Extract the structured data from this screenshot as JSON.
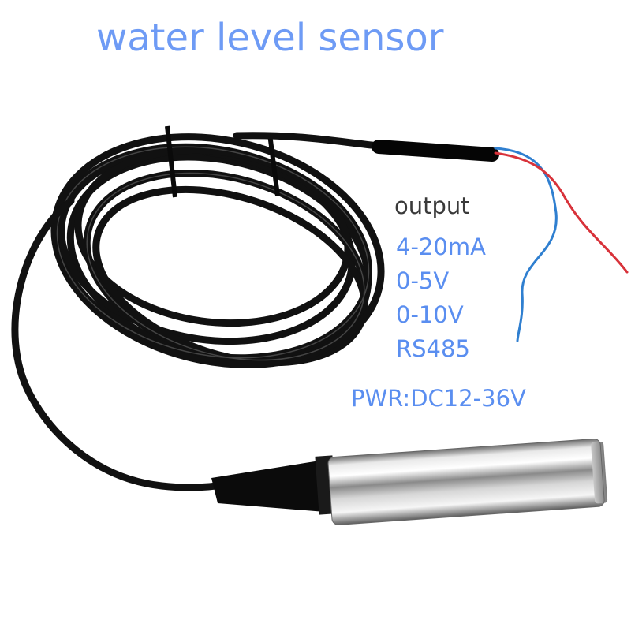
{
  "title": "water level sensor",
  "output_heading": "output",
  "output_options": [
    "4-20mA",
    "0-5V",
    "0-10V",
    "RS485"
  ],
  "power": "PWR:DC12-36V",
  "colors": {
    "title": "#6e9bf5",
    "label": "#3a3a3a",
    "accent": "#5a8ef0",
    "cable": "#111111",
    "wire_blue": "#2f7fd0",
    "wire_red": "#d8323a"
  }
}
